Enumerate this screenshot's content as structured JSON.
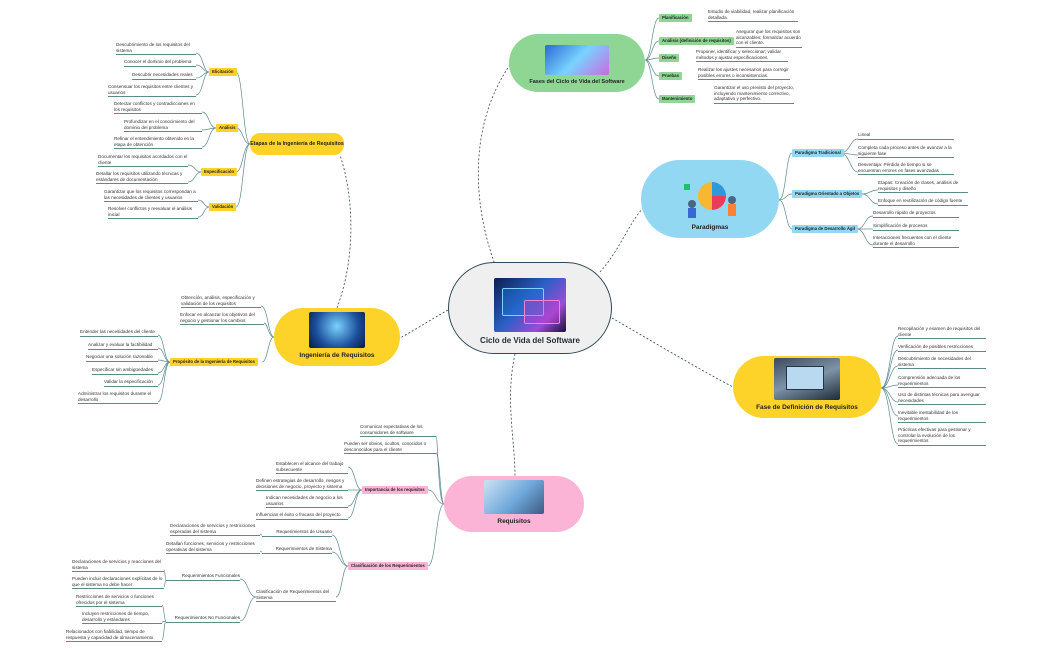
{
  "root": {
    "title": "Ciclo de Vida del Software"
  },
  "fases": {
    "title": "Fases del Ciclo de Vida del Software",
    "items": [
      {
        "tag": "Planificación",
        "text": "Estudio de viabilidad, realizar planificación detallada."
      },
      {
        "tag": "Análisis (definición de requisitos)",
        "text": "Asegurar que los requisitos son alcanzables; formalizar acuerdo con el cliente."
      },
      {
        "tag": "Diseño",
        "text": "Proponer, identificar y seleccionar; validar métodos y ajustar especificaciones."
      },
      {
        "tag": "Pruebas",
        "text": "Realizar los ajustes necesarios para corregir posibles errores o inconsistencias."
      },
      {
        "tag": "Mantenimiento",
        "text": "Garantizar el uso previsto del proyecto, incluyendo mantenimiento correctivo, adaptativo y perfectivo."
      }
    ]
  },
  "paradigmas": {
    "title": "Paradigmas",
    "groups": [
      {
        "tag": "Paradigma Tradicional",
        "items": [
          "Lineal",
          "Completa cada proceso antes de avanzar a la siguiente fase",
          "Desventaja: Pérdida de tiempo si se encuentran errores en fases avanzadas"
        ]
      },
      {
        "tag": "Paradigma Orientado a Objetos",
        "items": [
          "Etapas: Creación de clases, análisis de requisitos y diseño",
          "Enfoque en reutilización de código fuente"
        ]
      },
      {
        "tag": "Paradigma de Desarrollo Ágil",
        "items": [
          "Desarrollo rápido de proyectos",
          "Simplificación de procesos",
          "Interacciones frecuentes con el cliente durante el desarrollo"
        ]
      }
    ]
  },
  "definicion": {
    "title": "Fase de Definición de Requisitos",
    "items": [
      "Recopilación y examen de requisitos del cliente",
      "Verificación de posibles restricciones",
      "Descubrimiento de necesidades del sistema",
      "Comprensión adecuada de los requerimientos",
      "Uso de distintas técnicas para averiguar necesidades",
      "Inevitable inestabilidad de los requerimientos",
      "Prácticas efectivas para gestionar y controlar la evolución de los requerimientos"
    ]
  },
  "requisitos": {
    "title": "Requisitos",
    "top_items": [
      "Comunicar expectativas de los consumidores de software",
      "Pueden ser obvios, ocultos, conocidos o desconocidos para el cliente"
    ],
    "importancia": {
      "tag": "Importancia de los requisitos",
      "items": [
        "Establecen el alcance del trabajo subsecuente",
        "Definen estrategias de desarrollo, riesgos y decisiones de negocio, proyecto y sistema",
        "Indican necesidades de negocio a los usuarios",
        "Influencian el éxito o fracaso del proyecto"
      ]
    },
    "clasificacion": {
      "tag": "Clasificación de los Requerimientos",
      "usuario": {
        "label": "Requerimientos de Usuario",
        "desc": "Declaraciones de servicios y restricciones esperadas del sistema"
      },
      "sistema": {
        "label": "Requerimientos de Sistema",
        "desc": "Detallan funciones, servicios y restricciones operativas del sistema"
      },
      "clasif": {
        "label": "Clasificación de Requerimientos del Sistema"
      },
      "funcionales": {
        "label": "Requerimientos Funcionales",
        "items": [
          "Declaraciones de servicios y reacciones del sistema",
          "Pueden incluir declaraciones explícitas de lo que el sistema no debe hacer"
        ]
      },
      "nofuncionales": {
        "label": "Requerimientos No Funcionales",
        "items": [
          "Restricciones de servicios o funciones ofrecidos por el sistema",
          "Incluyen restricciones de tiempo, desarrollo y estándares",
          "Relacionados con fiabilidad, tiempo de respuesta y capacidad de almacenamiento"
        ]
      }
    }
  },
  "ingenieria": {
    "title": "Ingeniería de Requisitos",
    "top_items": [
      "Obtención, análisis, especificación y validación de los requisitos",
      "Enfocar en alcanzar los objetivos del negocio y gestionar los cambios"
    ],
    "proposito": {
      "tag": "Propósito de la Ingeniería de Requisitos",
      "items": [
        "Entender las necesidades del cliente",
        "Analizar y evaluar la factibilidad",
        "Negociar una solución razonable",
        "Especificar sin ambigüedades",
        "Validar la especificación",
        "Administrar los requisitos durante el desarrollo"
      ]
    }
  },
  "etapas": {
    "title": "Etapas de la Ingeniería de Requisitos",
    "groups": [
      {
        "tag": "Elicitación",
        "items": [
          "Descubrimiento de los requisitos del sistema",
          "Conocer el dominio del problema",
          "Descubrir necesidades reales",
          "Consensuar los requisitos entre clientes y usuarios"
        ]
      },
      {
        "tag": "Análisis",
        "items": [
          "Detectar conflictos y contradicciones en los requisitos",
          "Profundizar en el conocimiento del dominio del problema",
          "Refinar el entendimiento obtenido en la etapa de obtención"
        ]
      },
      {
        "tag": "Especificación",
        "items": [
          "Documentar los requisitos acordados con el cliente",
          "Detallar los requisitos utilizando técnicas y estándares de documentación"
        ]
      },
      {
        "tag": "Validación",
        "items": [
          "Garantizar que los requisitos correspondan a las necesidades de clientes y usuarios",
          "Resolver conflictos y reevaluar el análisis inicial"
        ]
      }
    ]
  },
  "colors": {
    "green": "#8fd694",
    "blue": "#93d8f2",
    "yellow": "#fdd32a",
    "pink": "#fbb4d6",
    "line": "#5b8a8f"
  }
}
